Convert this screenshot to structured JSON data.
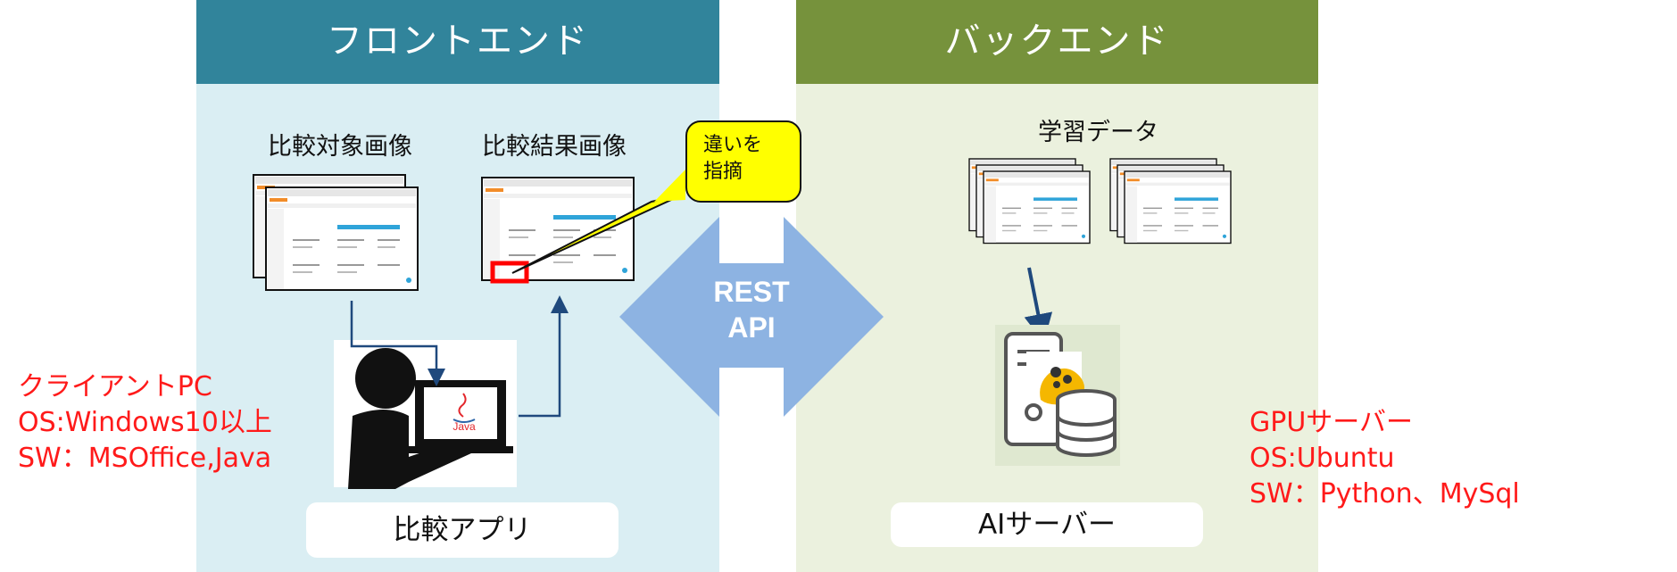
{
  "frontend": {
    "header": "フロントエンド",
    "header_color": "#31849b",
    "bg_color": "#daeef3",
    "compare_target_label": "比較対象画像",
    "compare_result_label": "比較結果画像",
    "callout": [
      "違いを",
      "指摘"
    ],
    "app_box": "比較アプリ",
    "java_text": "Java"
  },
  "api": {
    "line1": "REST",
    "line2": "API",
    "color": "#8db3e2"
  },
  "backend": {
    "header": "バックエンド",
    "header_color": "#76923c",
    "bg_color": "#ebf1de",
    "training_label": "学習データ",
    "server_box": "AIサーバー"
  },
  "client_notes": [
    "クライアントPC",
    "OS:Windows10以上",
    "SW：MSOffice,Java"
  ],
  "server_notes": [
    "GPUサーバー",
    "OS:Ubuntu",
    "SW：Python、MySql"
  ],
  "colors": {
    "note_red": "#ff1a1a",
    "callout_yellow": "#ffff00",
    "highlight_red": "#ff0000",
    "arrow_blue": "#1f497d"
  }
}
